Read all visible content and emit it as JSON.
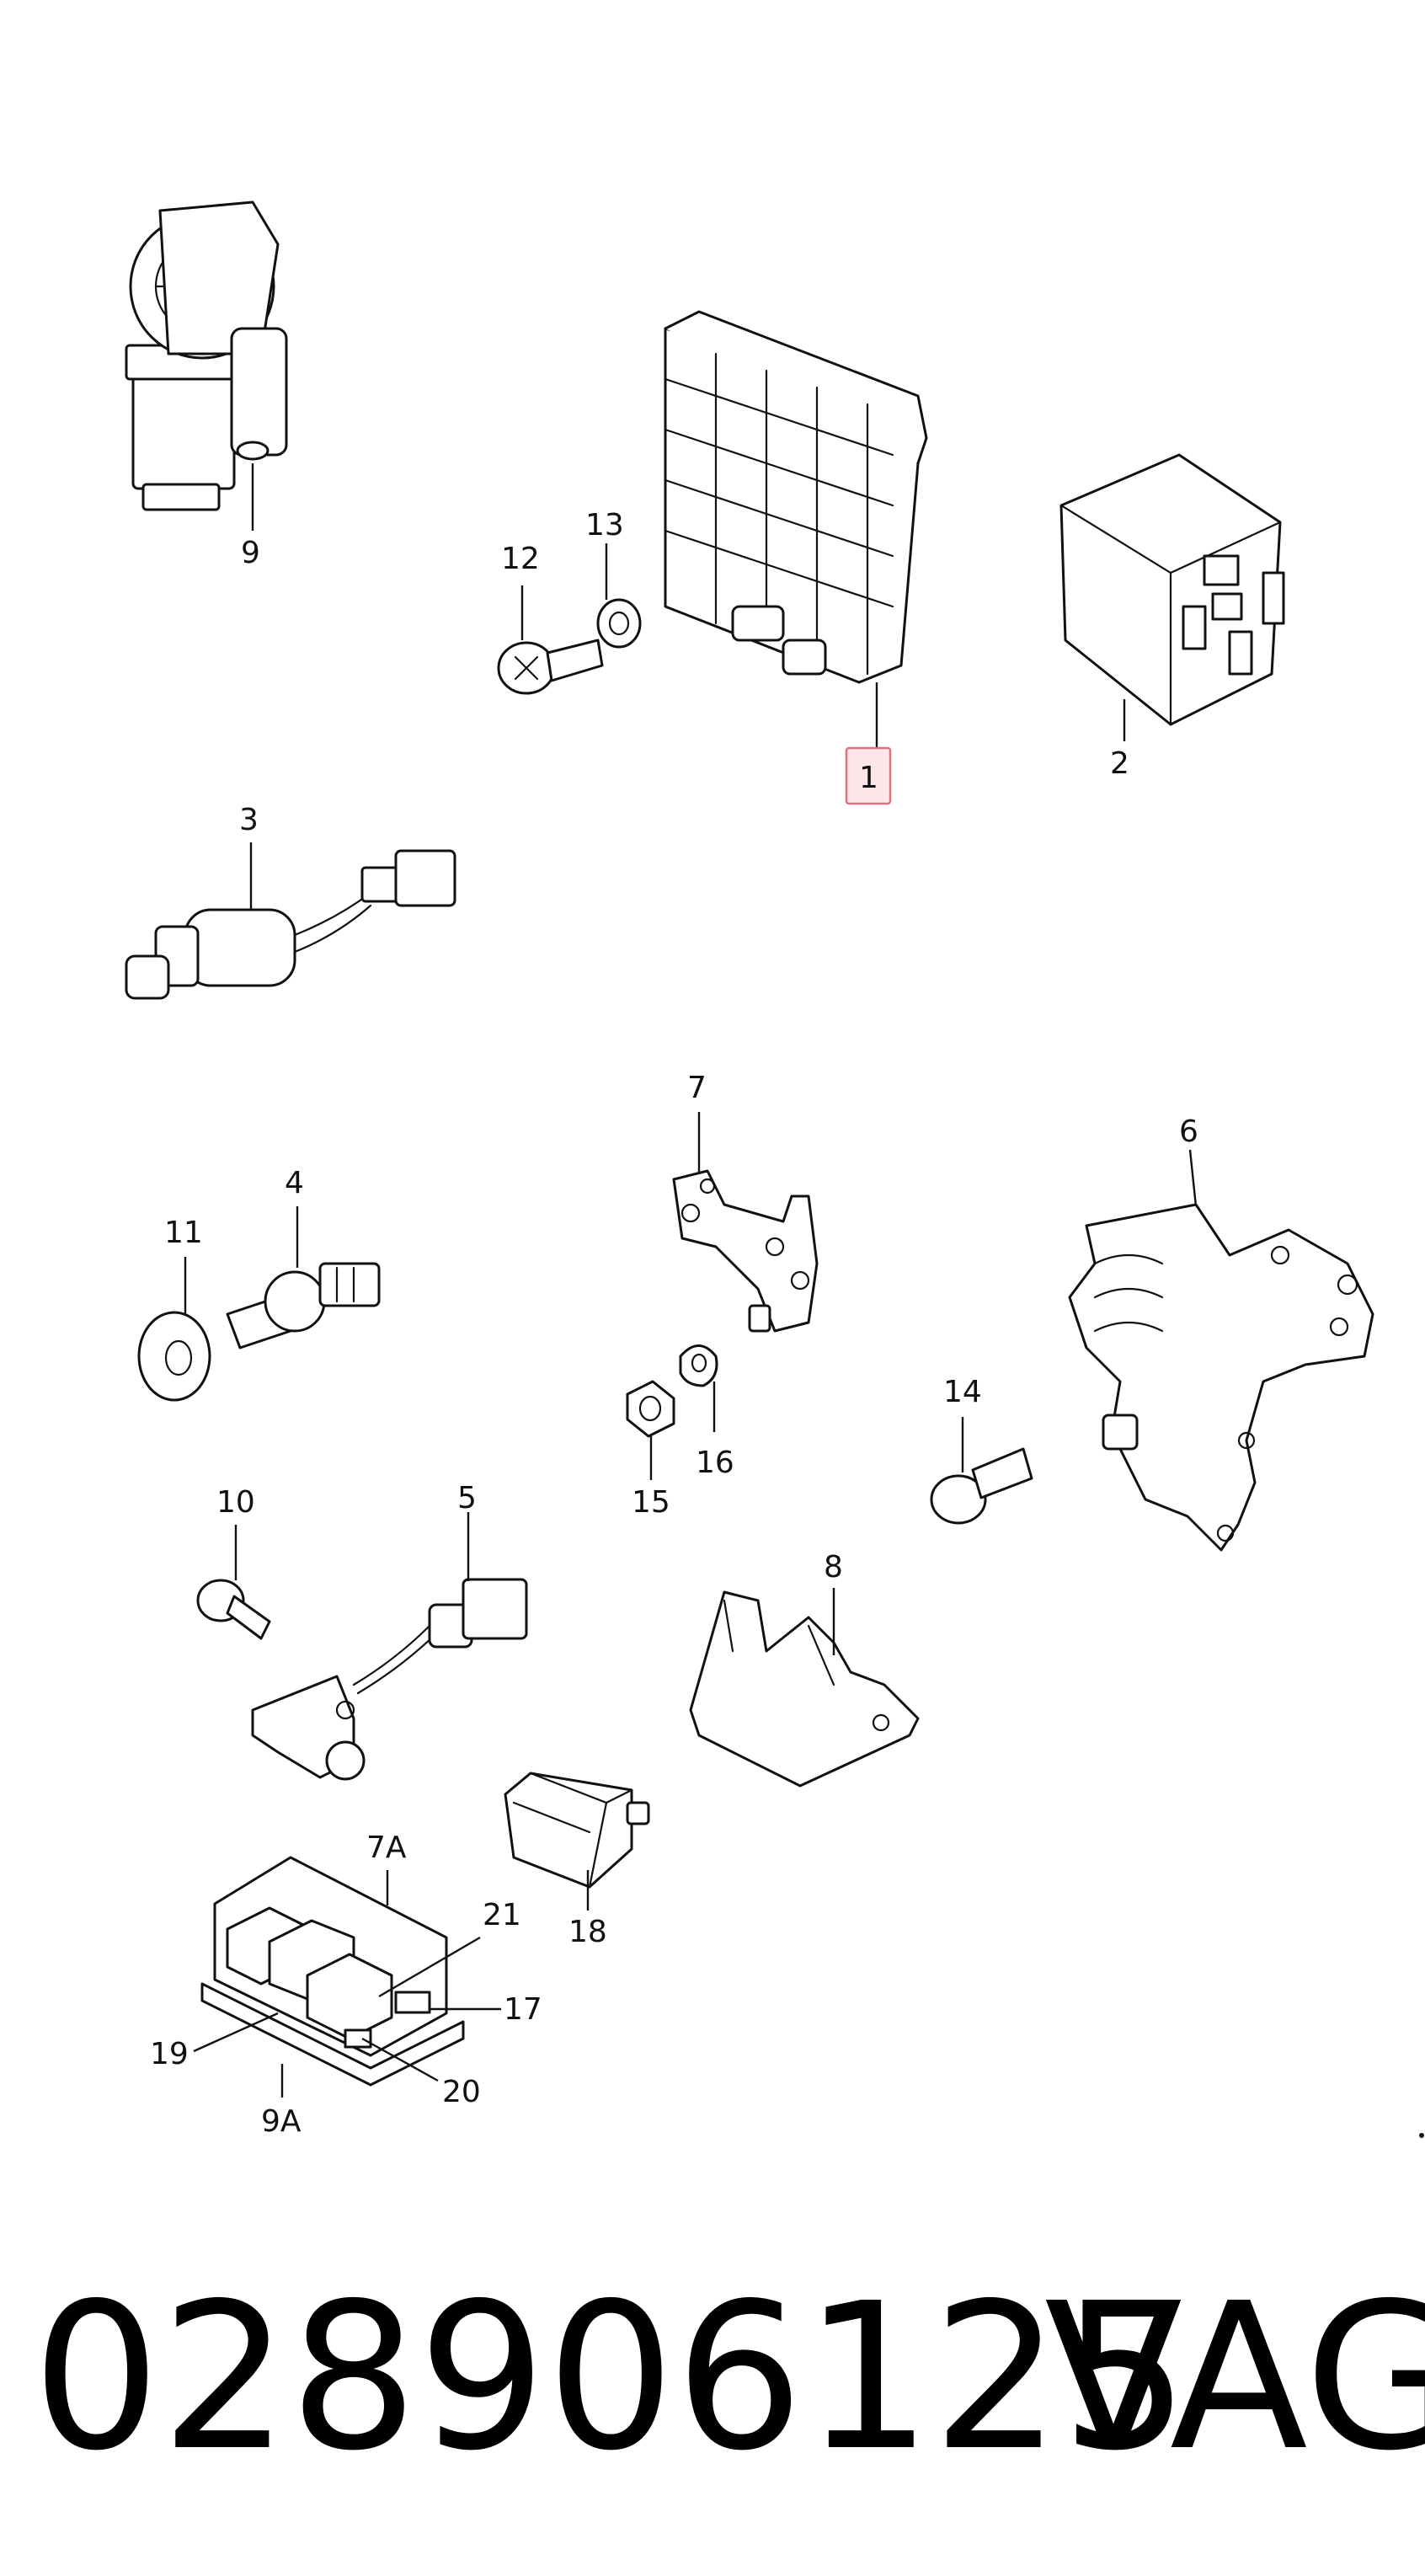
{
  "callouts": {
    "c1": "1",
    "c2": "2",
    "c3": "3",
    "c4": "4",
    "c5": "5",
    "c6": "6",
    "c7": "7",
    "c7a": "7A",
    "c8": "8",
    "c9": "9",
    "c9a": "9A",
    "c10": "10",
    "c11": "11",
    "c12": "12",
    "c13": "13",
    "c14": "14",
    "c15": "15",
    "c16": "16",
    "c17": "17",
    "c18": "18",
    "c19": "19",
    "c20": "20",
    "c21": "21"
  },
  "footer": {
    "part_number": "028906125",
    "brand": "VAG"
  },
  "colors": {
    "highlight_fill": "#fde6ea",
    "highlight_stroke": "#e0707f",
    "line": "#111111"
  }
}
